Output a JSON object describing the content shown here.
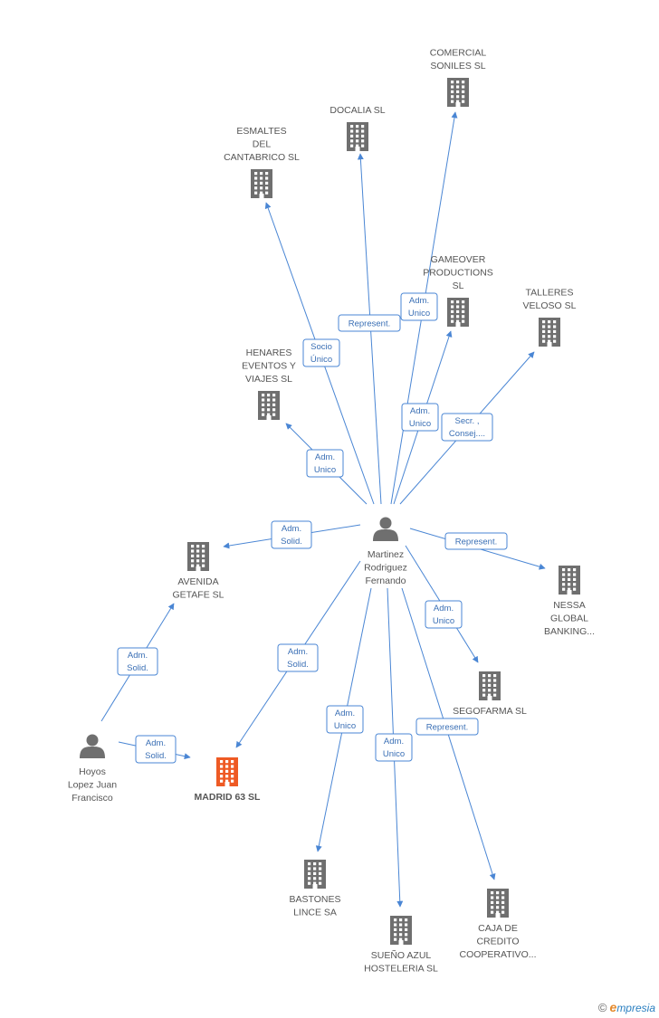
{
  "colors": {
    "edge": "#4a86d4",
    "company": "#6f6f6f",
    "highlight": "#ee5a24",
    "person": "#6f6f6f"
  },
  "nodes": [
    {
      "id": "comercial",
      "type": "company",
      "lines": [
        "COMERCIAL",
        "SONILES SL"
      ]
    },
    {
      "id": "docalia",
      "type": "company",
      "lines": [
        "DOCALIA SL"
      ]
    },
    {
      "id": "esmaltes",
      "type": "company",
      "lines": [
        "ESMALTES",
        "DEL",
        "CANTABRICO SL"
      ]
    },
    {
      "id": "gameover",
      "type": "company",
      "lines": [
        "GAMEOVER",
        "PRODUCTIONS",
        "SL"
      ]
    },
    {
      "id": "talleres",
      "type": "company",
      "lines": [
        "TALLERES",
        "VELOSO SL"
      ]
    },
    {
      "id": "henares",
      "type": "company",
      "lines": [
        "HENARES",
        "EVENTOS Y",
        "VIAJES SL"
      ]
    },
    {
      "id": "avenida",
      "type": "company",
      "lines": [
        "AVENIDA",
        "GETAFE  SL"
      ]
    },
    {
      "id": "nessa",
      "type": "company",
      "lines": [
        "NESSA",
        "GLOBAL",
        "BANKING..."
      ]
    },
    {
      "id": "segofarma",
      "type": "company",
      "lines": [
        "SEGOFARMA  SL"
      ]
    },
    {
      "id": "madrid63",
      "type": "highlight",
      "lines": [
        "MADRID 63 SL"
      ]
    },
    {
      "id": "bastones",
      "type": "company",
      "lines": [
        "BASTONES",
        "LINCE SA"
      ]
    },
    {
      "id": "sueno",
      "type": "company",
      "lines": [
        "SUEÑO AZUL",
        "HOSTELERIA SL"
      ]
    },
    {
      "id": "caja",
      "type": "company",
      "lines": [
        "CAJA DE",
        "CREDITO",
        "COOPERATIVO..."
      ]
    },
    {
      "id": "martinez",
      "type": "person",
      "lines": [
        "Martinez",
        "Rodriguez",
        "Fernando"
      ]
    },
    {
      "id": "hoyos",
      "type": "person",
      "lines": [
        "Hoyos",
        "Lopez Juan",
        "Francisco"
      ]
    }
  ],
  "edges": [
    {
      "from": "martinez",
      "to": "comercial",
      "lines": [
        "Adm.",
        "Unico"
      ]
    },
    {
      "from": "martinez",
      "to": "docalia",
      "lines": [
        "Represent."
      ]
    },
    {
      "from": "martinez",
      "to": "esmaltes",
      "lines": [
        "Socio",
        "Único"
      ]
    },
    {
      "from": "martinez",
      "to": "gameover",
      "lines": [
        "Adm.",
        "Unico"
      ]
    },
    {
      "from": "martinez",
      "to": "talleres",
      "lines": [
        "Secr. ,",
        "Consej...."
      ]
    },
    {
      "from": "martinez",
      "to": "henares",
      "lines": [
        "Adm.",
        "Unico"
      ]
    },
    {
      "from": "martinez",
      "to": "avenida",
      "lines": [
        "Adm.",
        "Solid."
      ]
    },
    {
      "from": "martinez",
      "to": "nessa",
      "lines": [
        "Represent."
      ]
    },
    {
      "from": "martinez",
      "to": "segofarma",
      "lines": [
        "Adm.",
        "Unico"
      ]
    },
    {
      "from": "martinez",
      "to": "madrid63",
      "lines": [
        "Adm.",
        "Solid."
      ]
    },
    {
      "from": "martinez",
      "to": "bastones",
      "lines": [
        "Adm.",
        "Unico"
      ]
    },
    {
      "from": "martinez",
      "to": "sueno",
      "lines": [
        "Adm.",
        "Unico"
      ]
    },
    {
      "from": "martinez",
      "to": "caja",
      "lines": [
        "Represent."
      ]
    },
    {
      "from": "hoyos",
      "to": "avenida",
      "lines": [
        "Adm.",
        "Solid."
      ]
    },
    {
      "from": "hoyos",
      "to": "madrid63",
      "lines": [
        "Adm.",
        "Solid."
      ]
    }
  ],
  "footer": {
    "copyright_symbol": "©",
    "brand_initial": "e",
    "brand_rest": "mpresia"
  }
}
